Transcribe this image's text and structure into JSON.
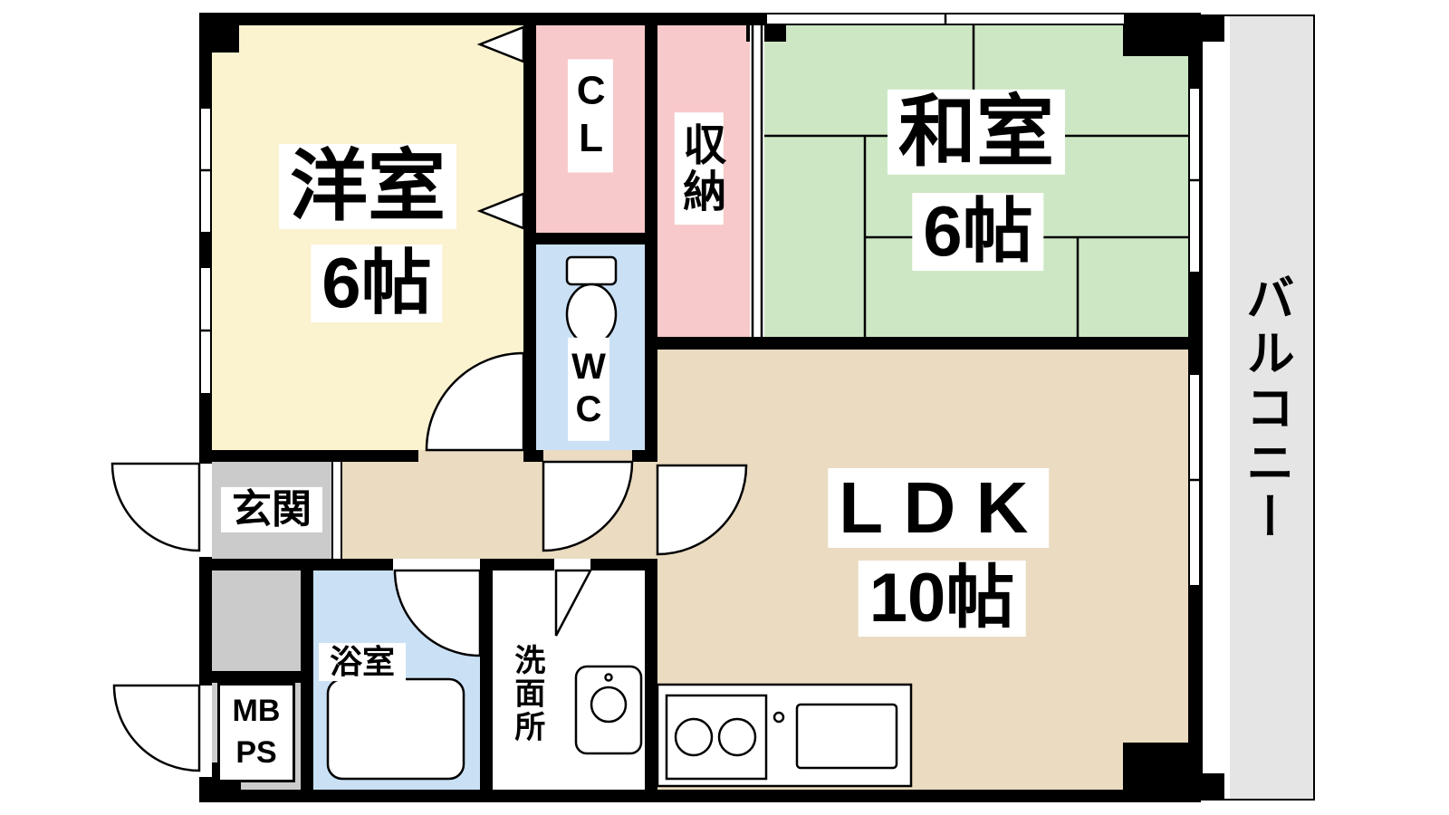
{
  "plan": {
    "rooms": {
      "western_room": {
        "name": "洋室",
        "size": "6帖"
      },
      "japanese_room": {
        "name": "和室",
        "size": "6帖"
      },
      "ldk": {
        "name": "LDK",
        "size": "10帖"
      },
      "closet": {
        "name": "CL"
      },
      "storage": {
        "name": "収納"
      },
      "toilet": {
        "name": "WC"
      },
      "entrance": {
        "name": "玄関"
      },
      "bathroom": {
        "name": "浴室"
      },
      "washroom": {
        "name": "洗面所"
      },
      "meter_pipe_space": {
        "line1": "MB",
        "line2": "PS"
      },
      "balcony": {
        "name": "バルコニー"
      }
    },
    "colors": {
      "western_room": "#FBF2CF",
      "closet_storage": "#F7C9CA",
      "japanese_room": "#CDE7C4",
      "water_rooms": "#CAE1F5",
      "ldk_hall": "#EADBC1",
      "entrance_gray": "#CBCBCB",
      "balcony_gray": "#E5E5E5",
      "wall": "#000000"
    }
  }
}
